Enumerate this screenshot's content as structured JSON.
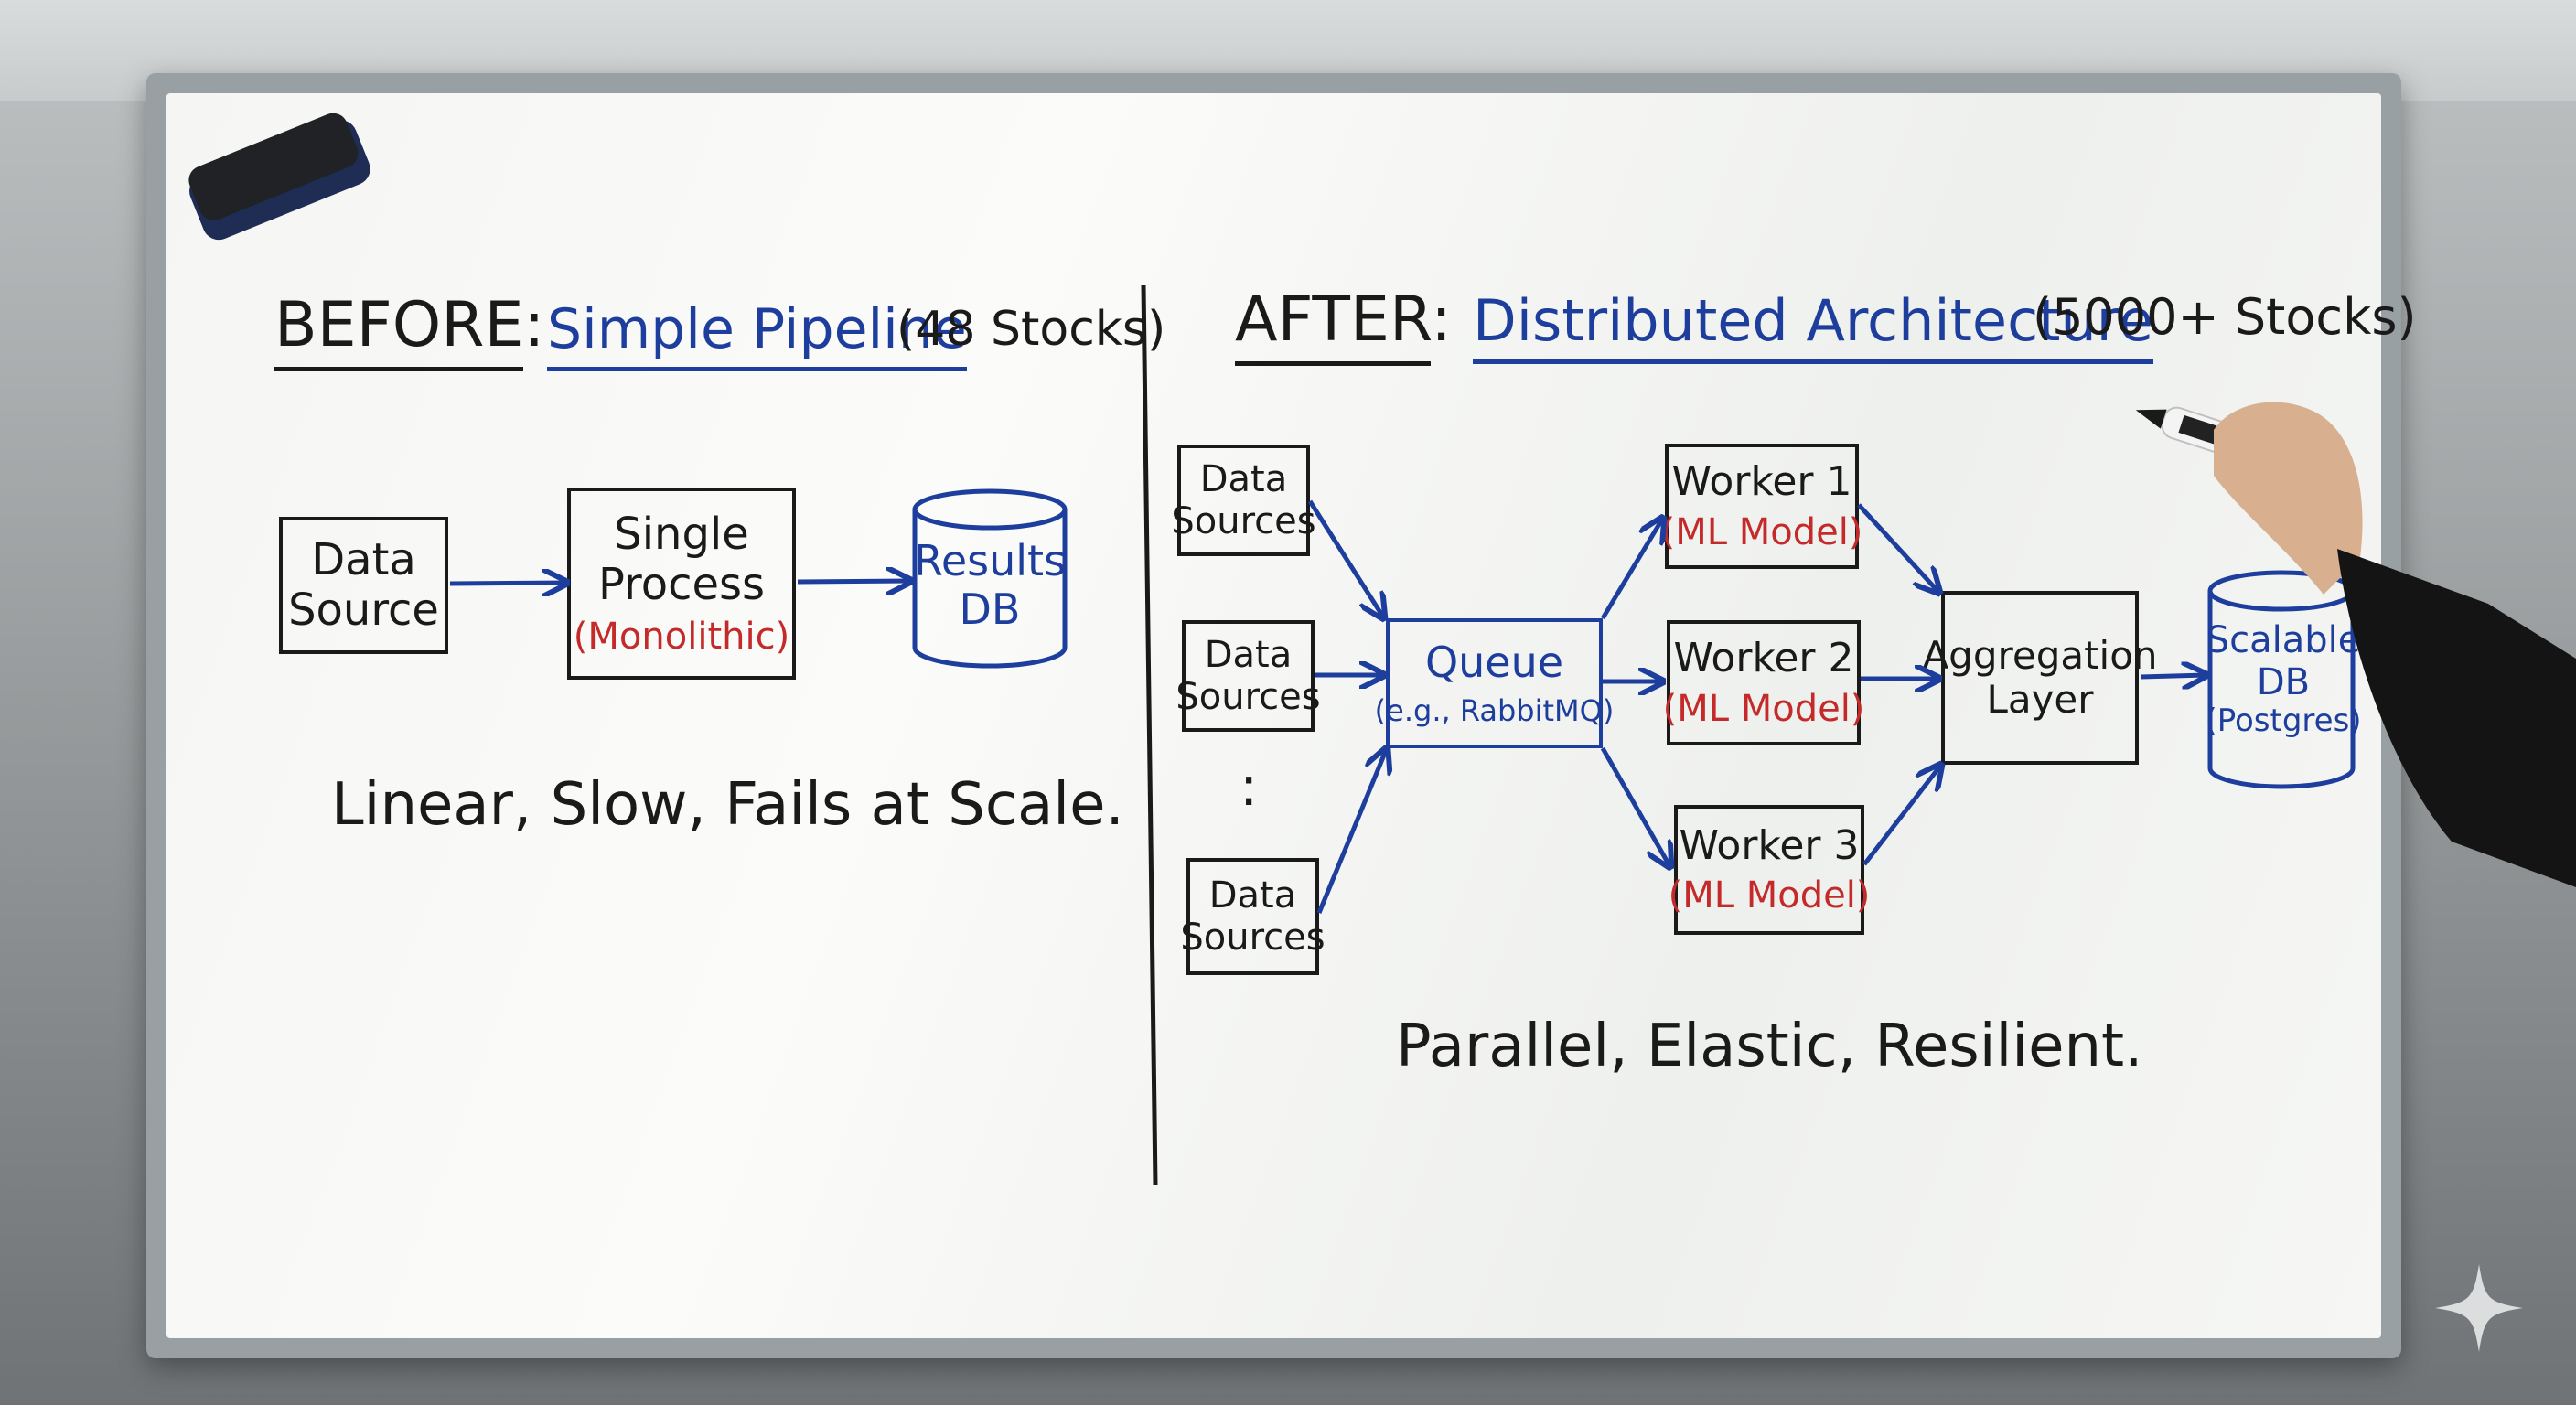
{
  "before": {
    "heading": "BEFORE",
    "subtitle": "Simple Pipeline",
    "count": "(48 Stocks)",
    "nodes": {
      "data_source": [
        "Data",
        "Source"
      ],
      "process": [
        "Single",
        "Process"
      ],
      "process_note": "(Monolithic)",
      "results_db": [
        "Results",
        "DB"
      ]
    },
    "summary": "Linear, Slow, Fails at Scale."
  },
  "after": {
    "heading": "AFTER",
    "subtitle": "Distributed Architecture",
    "count": "(5000+ Stocks)",
    "sources": [
      [
        "Data",
        "Sources"
      ],
      [
        "Data",
        "Sources"
      ],
      [
        "Data",
        "Sources"
      ]
    ],
    "ellipsis": ":",
    "queue": {
      "label": "Queue",
      "note": "(e.g., RabbitMQ)"
    },
    "workers": [
      {
        "label": "Worker 1",
        "note": "(ML Model)"
      },
      {
        "label": "Worker 2",
        "note": "(ML Model)"
      },
      {
        "label": "Worker 3",
        "note": "(ML Model)"
      }
    ],
    "aggregation": [
      "Aggregation",
      "Layer"
    ],
    "db": [
      "Scalable",
      "DB",
      "(Postgres)"
    ],
    "summary": "Parallel, Elastic, Resilient."
  },
  "colors": {
    "ink_black": "#1a1a1a",
    "ink_blue": "#1e3e9e",
    "ink_red": "#c42a2a",
    "board": "#f5f6f4"
  },
  "icons": [
    "eraser-icon",
    "marker-icon",
    "sparkle-icon"
  ]
}
